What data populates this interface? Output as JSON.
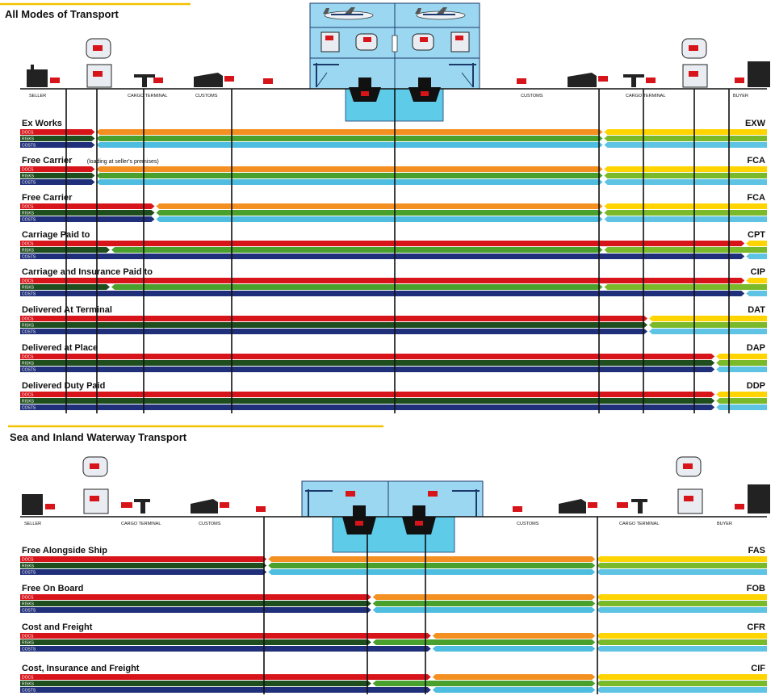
{
  "sections": [
    {
      "title": "All Modes of Transport",
      "locations": [
        {
          "label": "SELLER"
        },
        {
          "label": "CARGO TERMINAL"
        },
        {
          "label": "CUSTOMS"
        },
        {
          "label": "CUSTOMS"
        },
        {
          "label": "CARGO TERMINAL"
        },
        {
          "label": "BUYER"
        }
      ],
      "terms": [
        {
          "name": "Ex Works",
          "note": "",
          "code": "EXW",
          "transfers": [
            0.1,
            0.1,
            0.1
          ],
          "buyer_fill": [
            [
              0.79,
              "#ffd400"
            ],
            [
              0.79,
              "#7ab929"
            ],
            [
              0.79,
              "#5fc3e4"
            ]
          ],
          "cross": true
        },
        {
          "name": "Free Carrier",
          "note": "(loading at seller's premises)",
          "code": "FCA",
          "transfers": [
            0.1,
            0.1,
            0.1
          ],
          "split_docs": 0.29
        },
        {
          "name": "Free Carrier",
          "note": "",
          "code": "FCA",
          "transfers": [
            0.18,
            0.18,
            0.18
          ],
          "split_docs": 0.29
        },
        {
          "name": "Carriage Paid to",
          "note": "",
          "code": "CPT",
          "transfers": [
            0.97,
            0.12,
            0.97
          ]
        },
        {
          "name": "Carriage and Insurance Paid to",
          "note": "",
          "code": "CIP",
          "transfers": [
            0.97,
            0.12,
            0.97
          ]
        },
        {
          "name": "Delivered At Terminal",
          "note": "",
          "code": "DAT",
          "transfers": [
            0.84,
            0.84,
            0.84
          ]
        },
        {
          "name": "Delivered at Place",
          "note": "",
          "code": "DAP",
          "transfers": [
            0.93,
            0.93,
            0.93
          ]
        },
        {
          "name": "Delivered Duty Paid",
          "note": "",
          "code": "DDP",
          "transfers": [
            0.93,
            0.93,
            0.93
          ]
        }
      ]
    },
    {
      "title": "Sea and Inland Waterway Transport",
      "locations": [
        {
          "label": "SELLER"
        },
        {
          "label": "CARGO TERMINAL"
        },
        {
          "label": "CUSTOMS"
        },
        {
          "label": "CUSTOMS"
        },
        {
          "label": "CARGO TERMINAL"
        },
        {
          "label": "BUYER"
        }
      ],
      "terms": [
        {
          "name": "Free Alongside Ship",
          "note": "",
          "code": "FAS",
          "transfers": [
            0.33,
            0.33,
            0.33
          ]
        },
        {
          "name": "Free On Board",
          "note": "",
          "code": "FOB",
          "transfers": [
            0.47,
            0.47,
            0.47
          ]
        },
        {
          "name": "Cost and Freight",
          "note": "",
          "code": "CFR",
          "transfers": [
            0.55,
            0.47,
            0.55
          ]
        },
        {
          "name": "Cost, Insurance and Freight",
          "note": "",
          "code": "CIF",
          "transfers": [
            0.55,
            0.47,
            0.55
          ]
        }
      ]
    }
  ],
  "bar_labels": [
    "DOCS",
    "RISKS",
    "COSTS"
  ],
  "colors": {
    "seller_docs": "#d7141a",
    "seller_risks": "#1e4d1e",
    "seller_costs": "#1f2f7a",
    "carrier_docs": "#f39021",
    "carrier_risks": "#4aa02c",
    "carrier_costs": "#4fbde0",
    "buyer_docs": "#ffd400",
    "buyer_risks": "#7ab929",
    "buyer_costs": "#5fc3e4",
    "accent_line": "#f2c200",
    "water": "#5ecbe8",
    "sky": "#9bd7f0"
  },
  "icons": [
    "factory-icon",
    "truck-icon",
    "forklift-icon",
    "warehouse-icon",
    "container-icon",
    "plane-icon",
    "crane-icon",
    "ship-icon",
    "train-icon",
    "building-icon"
  ]
}
